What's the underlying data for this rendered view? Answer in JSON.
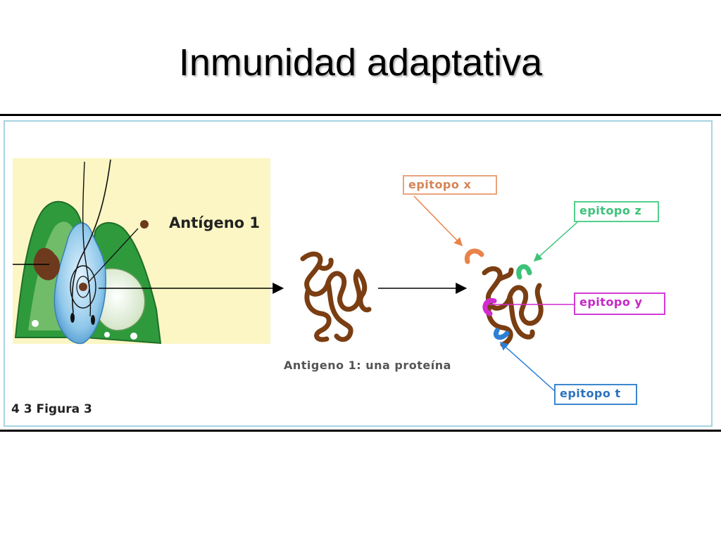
{
  "slide": {
    "title": "Inmunidad adaptativa"
  },
  "figure": {
    "antigen_label": "Antígeno 1",
    "protein_caption": "Antigeno 1: una proteína",
    "caption": "4 3 Figura 3",
    "epitopes": {
      "x": "epitopo x",
      "z": "epitopo z",
      "y": "epitopo y",
      "t": "epitopo t"
    }
  },
  "colors": {
    "cell_panel": "#fbf6c4",
    "cell_green": "#2e9a3c",
    "cell_blue": "#8fc8ea",
    "antigen_brown": "#7a3e12",
    "epitope_x": "#e9834a",
    "epitope_z": "#3cc27a",
    "epitope_y": "#d22ad2",
    "epitope_t": "#2b7fd6"
  }
}
